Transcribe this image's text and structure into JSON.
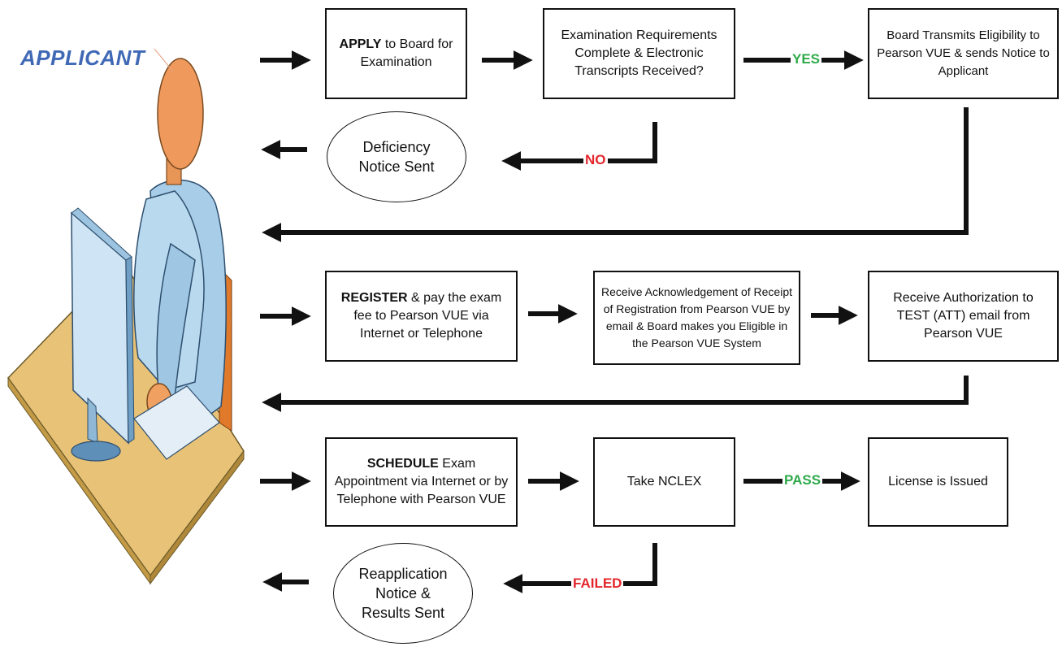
{
  "applicant_label": "APPLICANT",
  "boxes": {
    "apply": {
      "bold": "APPLY",
      "text": " to Board for Examination"
    },
    "requirements": {
      "text": "Examination Requirements Complete & Electronic Transcripts Received?"
    },
    "board_transmits": {
      "text": "Board Transmits Eligibility to Pearson VUE & sends Notice to Applicant"
    },
    "deficiency": {
      "text": "Deficiency Notice Sent"
    },
    "register": {
      "bold": "REGISTER",
      "text": " & pay the exam fee to Pearson VUE via Internet or Telephone"
    },
    "acknowledgement": {
      "text": "Receive Acknowledgement of Receipt of Registration from Pearson VUE by email & Board makes you Eligible in the Pearson VUE System"
    },
    "authorization": {
      "text": "Receive Authorization to TEST (ATT) email from Pearson VUE"
    },
    "schedule": {
      "bold": "SCHEDULE",
      "text": " Exam Appointment via Internet or by Telephone with Pearson VUE"
    },
    "take_nclex": {
      "text": "Take NCLEX"
    },
    "license": {
      "text": "License is Issued"
    },
    "reapplication": {
      "text": "Reapplication Notice & Results Sent"
    }
  },
  "edge_labels": {
    "yes": "YES",
    "no": "NO",
    "pass": "PASS",
    "failed": "FAILED"
  },
  "colors": {
    "yes": "#2eaa4a",
    "pass": "#2eaa4a",
    "no": "#e3262b",
    "failed": "#e3262b",
    "applicant_label": "#3f68b5"
  },
  "icons": [
    "person-at-computer-illustration",
    "arrow-right-icon",
    "arrow-left-icon"
  ]
}
